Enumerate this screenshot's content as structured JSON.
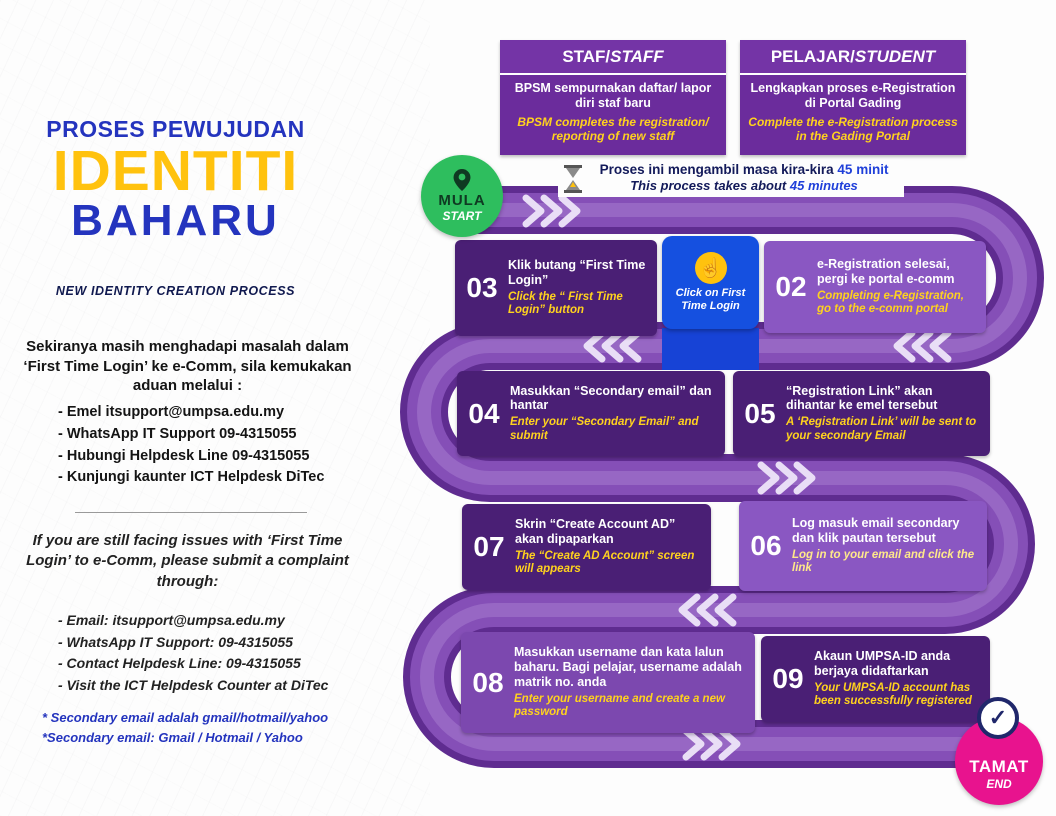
{
  "left_panel": {
    "title_line1": "PROSES PEWUJUDAN",
    "title_line2": "IDENTITI",
    "title_line3": "BAHARU",
    "subtitle": "NEW IDENTITY CREATION PROCESS",
    "intro_ms": "Sekiranya masih menghadapi masalah dalam ‘First Time Login’ ke e-Comm, sila kemukakan aduan melalui :",
    "contacts_ms": [
      "- Emel itsupport@umpsa.edu.my",
      "- WhatsApp IT Support 09-4315055",
      "- Hubungi Helpdesk Line 09-4315055",
      "- Kunjungi kaunter ICT Helpdesk DiTec"
    ],
    "intro_en": "If you are still facing issues with ‘First Time Login’ to e-Comm, please submit a complaint through:",
    "contacts_en": [
      "- Email: itsupport@umpsa.edu.my",
      "- WhatsApp IT Support: 09-4315055",
      "- Contact Helpdesk Line: 09-4315055",
      "- Visit the ICT Helpdesk Counter at DiTec"
    ],
    "footnote_ms": "* Secondary email adalah gmail/hotmail/yahoo",
    "footnote_en": "*Secondary email: Gmail / Hotmail / Yahoo"
  },
  "headers": {
    "staff": {
      "title": "STAF/",
      "title_italic": "STAFF",
      "body_ms": "BPSM sempurnakan daftar/ lapor diri staf baru",
      "body_en": "BPSM completes the registration/ reporting of new staff"
    },
    "student": {
      "title": "PELAJAR/",
      "title_italic": "STUDENT",
      "body_ms": "Lengkapkan proses e-Registration di Portal Gading",
      "body_en": "Complete the e-Registration process in the Gading Portal"
    }
  },
  "duration": {
    "line1_prefix": "Proses ini mengambil masa kira-kira ",
    "line1_highlight": "45 minit",
    "line2_prefix": "This process takes about ",
    "line2_highlight": "45 minutes"
  },
  "badges": {
    "start": {
      "label": "MULA",
      "sublabel": "START"
    },
    "end": {
      "label": "TAMAT",
      "sublabel": "END"
    }
  },
  "icons": {
    "check": "✓",
    "hand": "☝"
  },
  "click_callout": {
    "label": "Click on First Time Login"
  },
  "steps": [
    {
      "number": "02",
      "title": "e-Registration selesai, pergi ke portal e-comm",
      "subtitle": "Completing e-Registration, go to the e-comm portal"
    },
    {
      "number": "03",
      "title": "Klik butang “First Time Login”",
      "subtitle": "Click the “ First Time Login” button"
    },
    {
      "number": "04",
      "title": "Masukkan “Secondary email” dan hantar",
      "subtitle": "Enter your “Secondary Email” and submit"
    },
    {
      "number": "05",
      "title": "“Registration Link” akan dihantar ke emel tersebut",
      "subtitle": "A ‘Registration Link’ will be sent to your secondary Email"
    },
    {
      "number": "06",
      "title": "Log masuk email secondary dan klik pautan tersebut",
      "subtitle": "Log in to your email and click the link"
    },
    {
      "number": "07",
      "title": "Skrin “Create Account AD” akan dipaparkan",
      "subtitle": "The “Create AD Account” screen will appears"
    },
    {
      "number": "08",
      "title": "Masukkan username dan kata lalun baharu. Bagi pelajar, username adalah matrik no. anda",
      "subtitle": "Enter your username and create a new password"
    },
    {
      "number": "09",
      "title": "Akaun UMPSA-ID anda berjaya didaftarkan",
      "subtitle": "Your UMPSA-ID account has been successfully registered"
    }
  ],
  "colors": {
    "purple_dark": "#4A1F75",
    "purple_mid": "#8A57C2",
    "band": "#5F2C90",
    "accent_yellow": "#FFC20E",
    "blue": "#1550E0",
    "green": "#2EBE5E",
    "pink": "#E8138E",
    "royal_blue": "#2434BE"
  }
}
